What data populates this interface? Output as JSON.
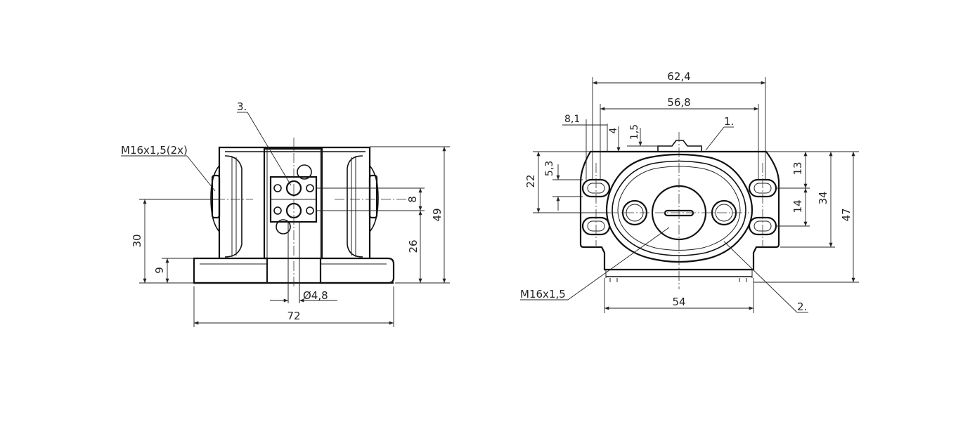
{
  "front_view": {
    "thread_label": "M16x1,5(2x)",
    "callout_3": "3.",
    "dim_width": "72",
    "dim_height_total": "49",
    "dim_height_30": "30",
    "dim_height_9": "9",
    "dim_height_26": "26",
    "dim_spacing_8": "8",
    "dim_hole": "Ø4,8"
  },
  "side_view": {
    "thread_label": "M16x1,5",
    "callout_1": "1.",
    "callout_2": "2.",
    "dim_62_4": "62,4",
    "dim_56_8": "56,8",
    "dim_8_1": "8,1",
    "dim_4": "4",
    "dim_1_5": "1,5",
    "dim_22": "22",
    "dim_5_3": "5,3",
    "dim_13": "13",
    "dim_14": "14",
    "dim_34": "34",
    "dim_47": "47",
    "dim_54": "54"
  }
}
